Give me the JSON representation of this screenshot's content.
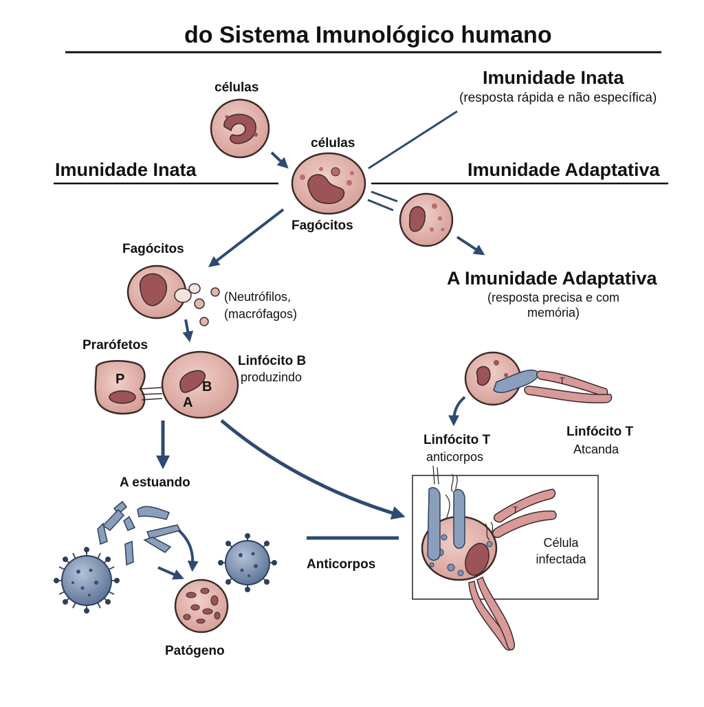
{
  "title": "do Sistema Imunológico humano",
  "top_right": {
    "heading": "Imunidade Inata",
    "note": "(resposta rápida e não específica)"
  },
  "left_section": "Imunidade Inata",
  "right_section": "Imunidade Adaptativa",
  "labels": {
    "celulas_1": "células",
    "celulas_2": "células",
    "fagocitos_center": "Fagócitos",
    "fagocitos_left": "Fagócitos",
    "neutrofilos_1": "(Neutrófilos,",
    "neutrofilos_2": "(macrófagos)",
    "prarofetos": "Prarófetos",
    "linfocito_b": "Linfócito B",
    "produzindo": "produzindo",
    "cell_p": "P",
    "cell_a": "A",
    "cell_b": "B",
    "a_estuando": "A estuando",
    "patogeno": "Patógeno",
    "anticorpos": "Anticorpos",
    "adaptive_heading": "A Imunidade Adaptativa",
    "adaptive_note_1": "(resposta precisa e com",
    "adaptive_note_2": "memória)",
    "linfocito_t_1": "Linfócito T",
    "anticorpos_small": "anticorpos",
    "linfocito_t_2": "Linfócito T",
    "atcanda": "Atcanda",
    "t_mark_1": "T",
    "t_mark_2": "T",
    "celula_infectada_1": "Célula",
    "celula_infectada_2": "infectada"
  },
  "colors": {
    "cell_fill": "#e2b5ad",
    "cell_stroke": "#3a2a2a",
    "nucleus": "#9c5456",
    "arrow": "#2e4a72",
    "antibody": "#8a9fbc",
    "virus": "#7f93b3"
  }
}
